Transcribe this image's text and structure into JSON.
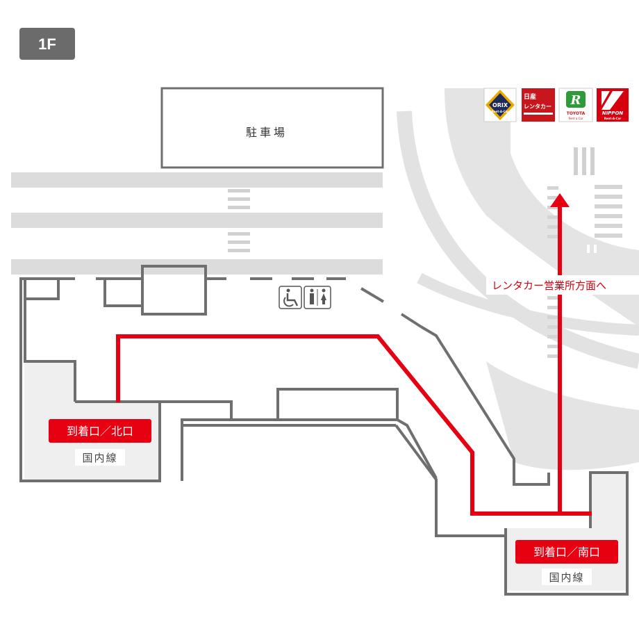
{
  "floor": {
    "label": "1F",
    "color": "#6b6b6b"
  },
  "parking": {
    "label": "駐車場"
  },
  "north_exit": {
    "label": "到着口／北口",
    "area": "国内線"
  },
  "south_exit": {
    "label": "到着口／南口",
    "area": "国内線"
  },
  "rental_direction": {
    "label": "レンタカー営業所方面へ"
  },
  "rental_companies": [
    {
      "name": "ORIX",
      "sub": "Rent-A-Car",
      "icon": "orix-logo-icon"
    },
    {
      "name": "日産",
      "sub": "レンタカー",
      "icon": "nissan-rentacar-logo-icon"
    },
    {
      "name": "TOYOTA",
      "sub": "Rent a Car",
      "icon": "toyota-rentacar-logo-icon"
    },
    {
      "name": "NIPPON",
      "sub": "Rent-A-Car",
      "icon": "nippon-rentacar-logo-icon"
    }
  ],
  "facility_icons": [
    "wheelchair-icon",
    "restroom-icon"
  ],
  "colors": {
    "route": "#e60012",
    "label_bg": "#e60012",
    "road": "#dcdcdc",
    "wall": "#6f6f6f",
    "area_fill": "#efefef"
  }
}
